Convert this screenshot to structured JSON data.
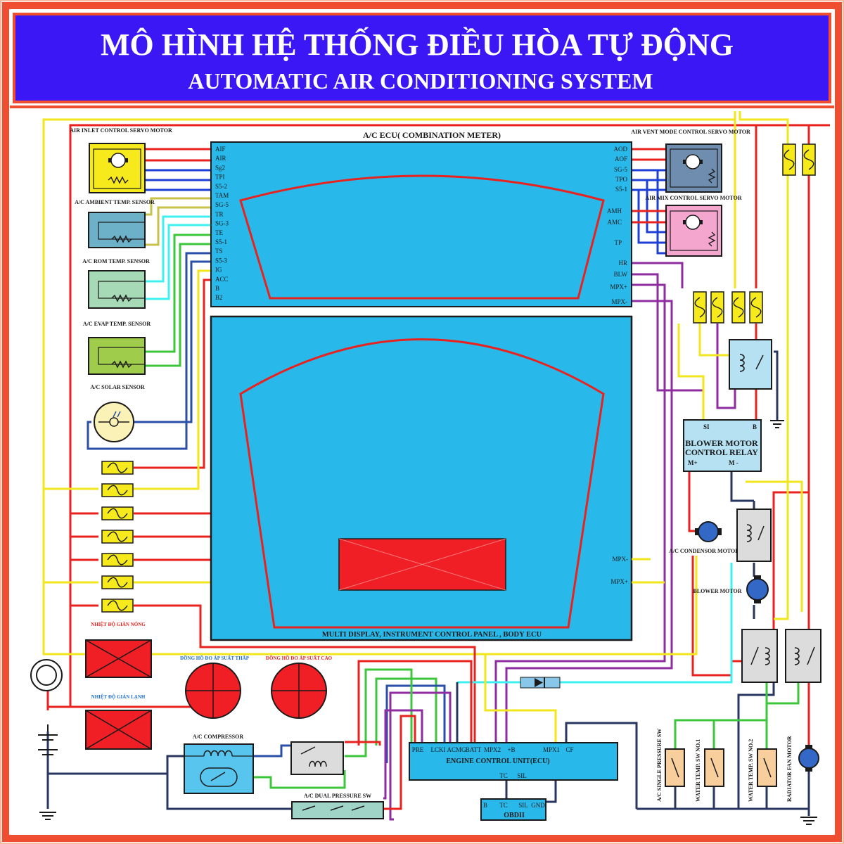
{
  "title": {
    "vn": "MÔ HÌNH HỆ THỐNG ĐIỀU HÒA TỰ ĐỘNG",
    "en": "AUTOMATIC AIR CONDITIONING  SYSTEM"
  },
  "colors": {
    "border": "#f04e31",
    "banner": "#3b17f5",
    "panel": "#29b8ea",
    "wire_red": "#e8231f",
    "wire_blue": "#1e3fd6",
    "wire_yellow": "#f2e61c",
    "wire_green": "#3cc63c",
    "wire_cyan": "#3ff0f0",
    "wire_purple": "#8e2ca0",
    "wire_navy": "#283660",
    "wire_olive": "#c9c24a"
  },
  "ac_ecu": {
    "title": "A/C ECU( COMBINATION METER)",
    "left_pins": [
      "AIF",
      "AIR",
      "Sg2",
      "TPI",
      "S5-2",
      "TAM",
      "SG-5",
      "TR",
      "SG-3",
      "TE",
      "S5-1",
      "TS",
      "S5-3",
      "IG",
      "ACC",
      "B",
      "B2"
    ],
    "right_pins_top": [
      "AOD",
      "AOF",
      "SG-5",
      "TPO",
      "S5-1"
    ],
    "right_pins_mid": [
      "AMH",
      "AMC",
      "TP"
    ],
    "right_pins_bot": [
      "HR",
      "BLW",
      "MPX+",
      "MPX-"
    ]
  },
  "multi_display": {
    "label": "MULTI DISPLAY, INSTRUMENT CONTROL PANEL , BODY ECU",
    "pins": [
      "MPX-",
      "MPX+"
    ]
  },
  "components": {
    "air_inlet": "AIR INLET CONTROL SERVO MOTOR",
    "ambient": "A/C AMBIENT TEMP. SENSOR",
    "room": "A/C ROM TEMP. SENSOR",
    "evap": "A/C EVAP TEMP. SENSOR",
    "solar": "A/C SOLAR SENSOR",
    "air_vent": "AIR VENT MODE CONTROL SERVO MOTOR",
    "air_mix": "AIR MIX CONTROL SERVO MOTOR",
    "blower_relay": {
      "title1": "BLOWER MOTOR",
      "title2": "CONTROL RELAY",
      "si": "SI",
      "b": "B",
      "mplus": "M+",
      "mminus": "M -"
    },
    "condenser_fan": "A/C CONDENSOR MOTOR FAN",
    "blower_motor": "BLOWER MOTOR",
    "compressor": "A/C COMPRESSOR",
    "dual_pressure": "A/C DUAL PRESSURE SW",
    "single_pressure": "A/C SINGLE PRESSURE SW",
    "water_temp1": "WATER TEMP. SW NO.1",
    "water_temp2": "WATER TEMP. SW NO.2",
    "radiator_fan": "RADIATOR FAN MOTOR",
    "hot_temp": "NHIỆT ĐỘ GIÀN NÓNG",
    "cold_temp": "NHIỆT ĐỘ GIÀN LẠNH",
    "low_gauge": "ĐỒNG HỒ ĐO ÁP SUẤT THẤP",
    "high_gauge": "ĐỒNG HỒ ĐO ÁP SUẤT CAO"
  },
  "engine_ecu": {
    "title": "ENGINE CONTROL UNIT(ECU)",
    "pins": [
      "PRE",
      "LCKI",
      "ACMG",
      "BATT",
      "MPX2",
      "+B",
      "MPX1",
      "CF"
    ],
    "bottom_pins": [
      "TC",
      "SIL"
    ]
  },
  "obd": {
    "title": "OBDII",
    "pins": [
      "B",
      "TC",
      "SIL",
      "GND"
    ]
  }
}
